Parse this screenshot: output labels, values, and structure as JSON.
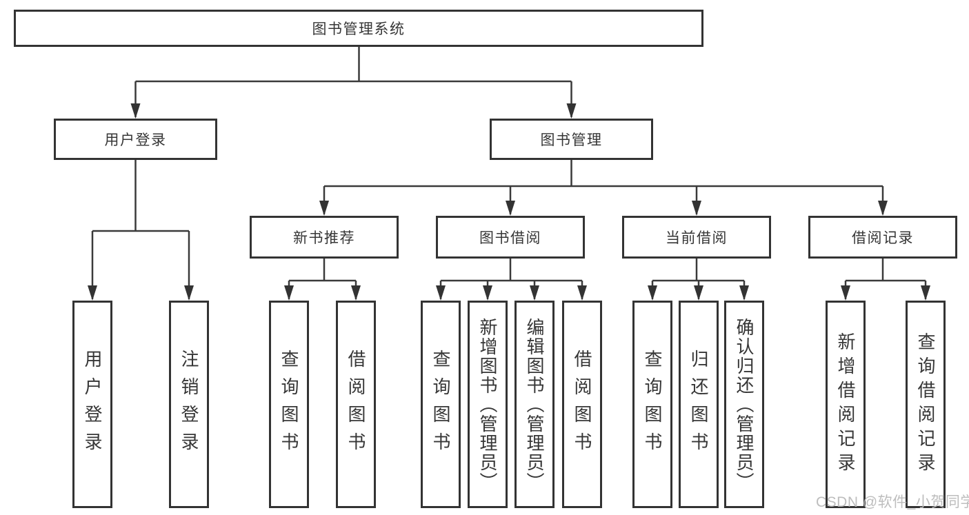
{
  "colors": {
    "ink": "#333333",
    "line": "#3a3a3a",
    "watermark": "#b9b9b9"
  },
  "tree": {
    "root": {
      "label": "图书管理系统",
      "children": [
        {
          "label": "用户登录",
          "children": [
            {
              "label": "用户登录"
            },
            {
              "label": "注销登录"
            }
          ]
        },
        {
          "label": "图书管理",
          "children": [
            {
              "label": "新书推荐",
              "children": [
                {
                  "label": "查询图书"
                },
                {
                  "label": "借阅图书"
                }
              ]
            },
            {
              "label": "图书借阅",
              "children": [
                {
                  "label": "查询图书"
                },
                {
                  "label": "新增图书（管理员）"
                },
                {
                  "label": "编辑图书（管理员）"
                },
                {
                  "label": "借阅图书"
                }
              ]
            },
            {
              "label": "当前借阅",
              "children": [
                {
                  "label": "查询图书"
                },
                {
                  "label": "归还图书"
                },
                {
                  "label": "确认归还（管理员）"
                }
              ]
            },
            {
              "label": "借阅记录",
              "children": [
                {
                  "label": "新增借阅记录"
                },
                {
                  "label": "查询借阅记录"
                }
              ]
            }
          ]
        }
      ]
    }
  },
  "watermark": {
    "text": "CSDN @软件_小贺同学"
  }
}
